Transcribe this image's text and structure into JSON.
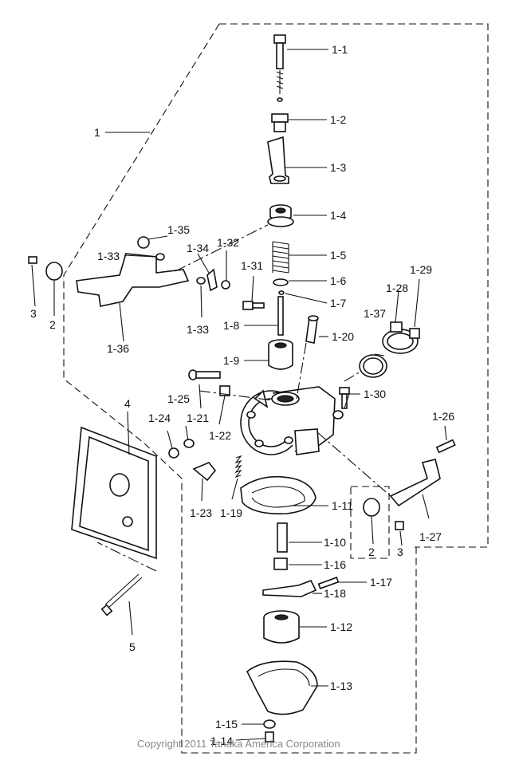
{
  "labels": {
    "l1_1": "1-1",
    "l1_2": "1-2",
    "l1_3": "1-3",
    "l1_4": "1-4",
    "l1_5": "1-5",
    "l1_6": "1-6",
    "l1_7": "1-7",
    "l1_8": "1-8",
    "l1_9": "1-9",
    "l1_10": "1-10",
    "l1_11": "1-11",
    "l1_12": "1-12",
    "l1_13": "1-13",
    "l1_14": "1-14",
    "l1_15": "1-15",
    "l1_16": "1-16",
    "l1_17": "1-17",
    "l1_18": "1-18",
    "l1_19": "1-19",
    "l1_20": "1-20",
    "l1_21": "1-21",
    "l1_22": "1-22",
    "l1_23": "1-23",
    "l1_24": "1-24",
    "l1_25": "1-25",
    "l1_26": "1-26",
    "l1_27": "1-27",
    "l1_28": "1-28",
    "l1_29": "1-29",
    "l1_30": "1-30",
    "l1_31": "1-31",
    "l1_32": "1-32",
    "l1_33a": "1-33",
    "l1_33b": "1-33",
    "l1_34": "1-34",
    "l1_35": "1-35",
    "l1_36": "1-36",
    "l1_37": "1-37",
    "l1": "1",
    "l2a": "2",
    "l2b": "2",
    "l3a": "3",
    "l3b": "3",
    "l4": "4",
    "l5": "5"
  },
  "copyright": "Copyright 2011 Tanaka America Corporation"
}
